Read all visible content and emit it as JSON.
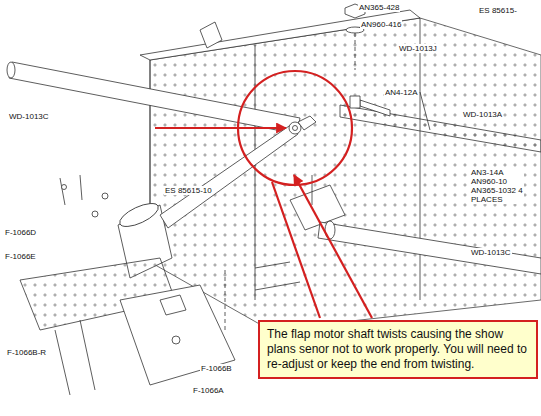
{
  "diagram": {
    "nodes": [
      {
        "text": [
          "The flap motor shaft twists causing the show plans senor not to work properly. You will need to re-adjust or keep the end from twisting."
        ]
      }
    ],
    "labels": [
      "ES 85615-",
      "AN365-428",
      "AN960-416",
      "WD-1013J",
      "WD-1013C",
      "AN4-12A",
      "WD-1013A",
      "AN3-14A AN960-10 AN365-1032 4 PLACES",
      "ES 85615-10",
      "F-1066D",
      "F-1066E",
      "WD-1013C",
      "F-1066B",
      "F-1066B-R",
      "F-1066A"
    ]
  }
}
